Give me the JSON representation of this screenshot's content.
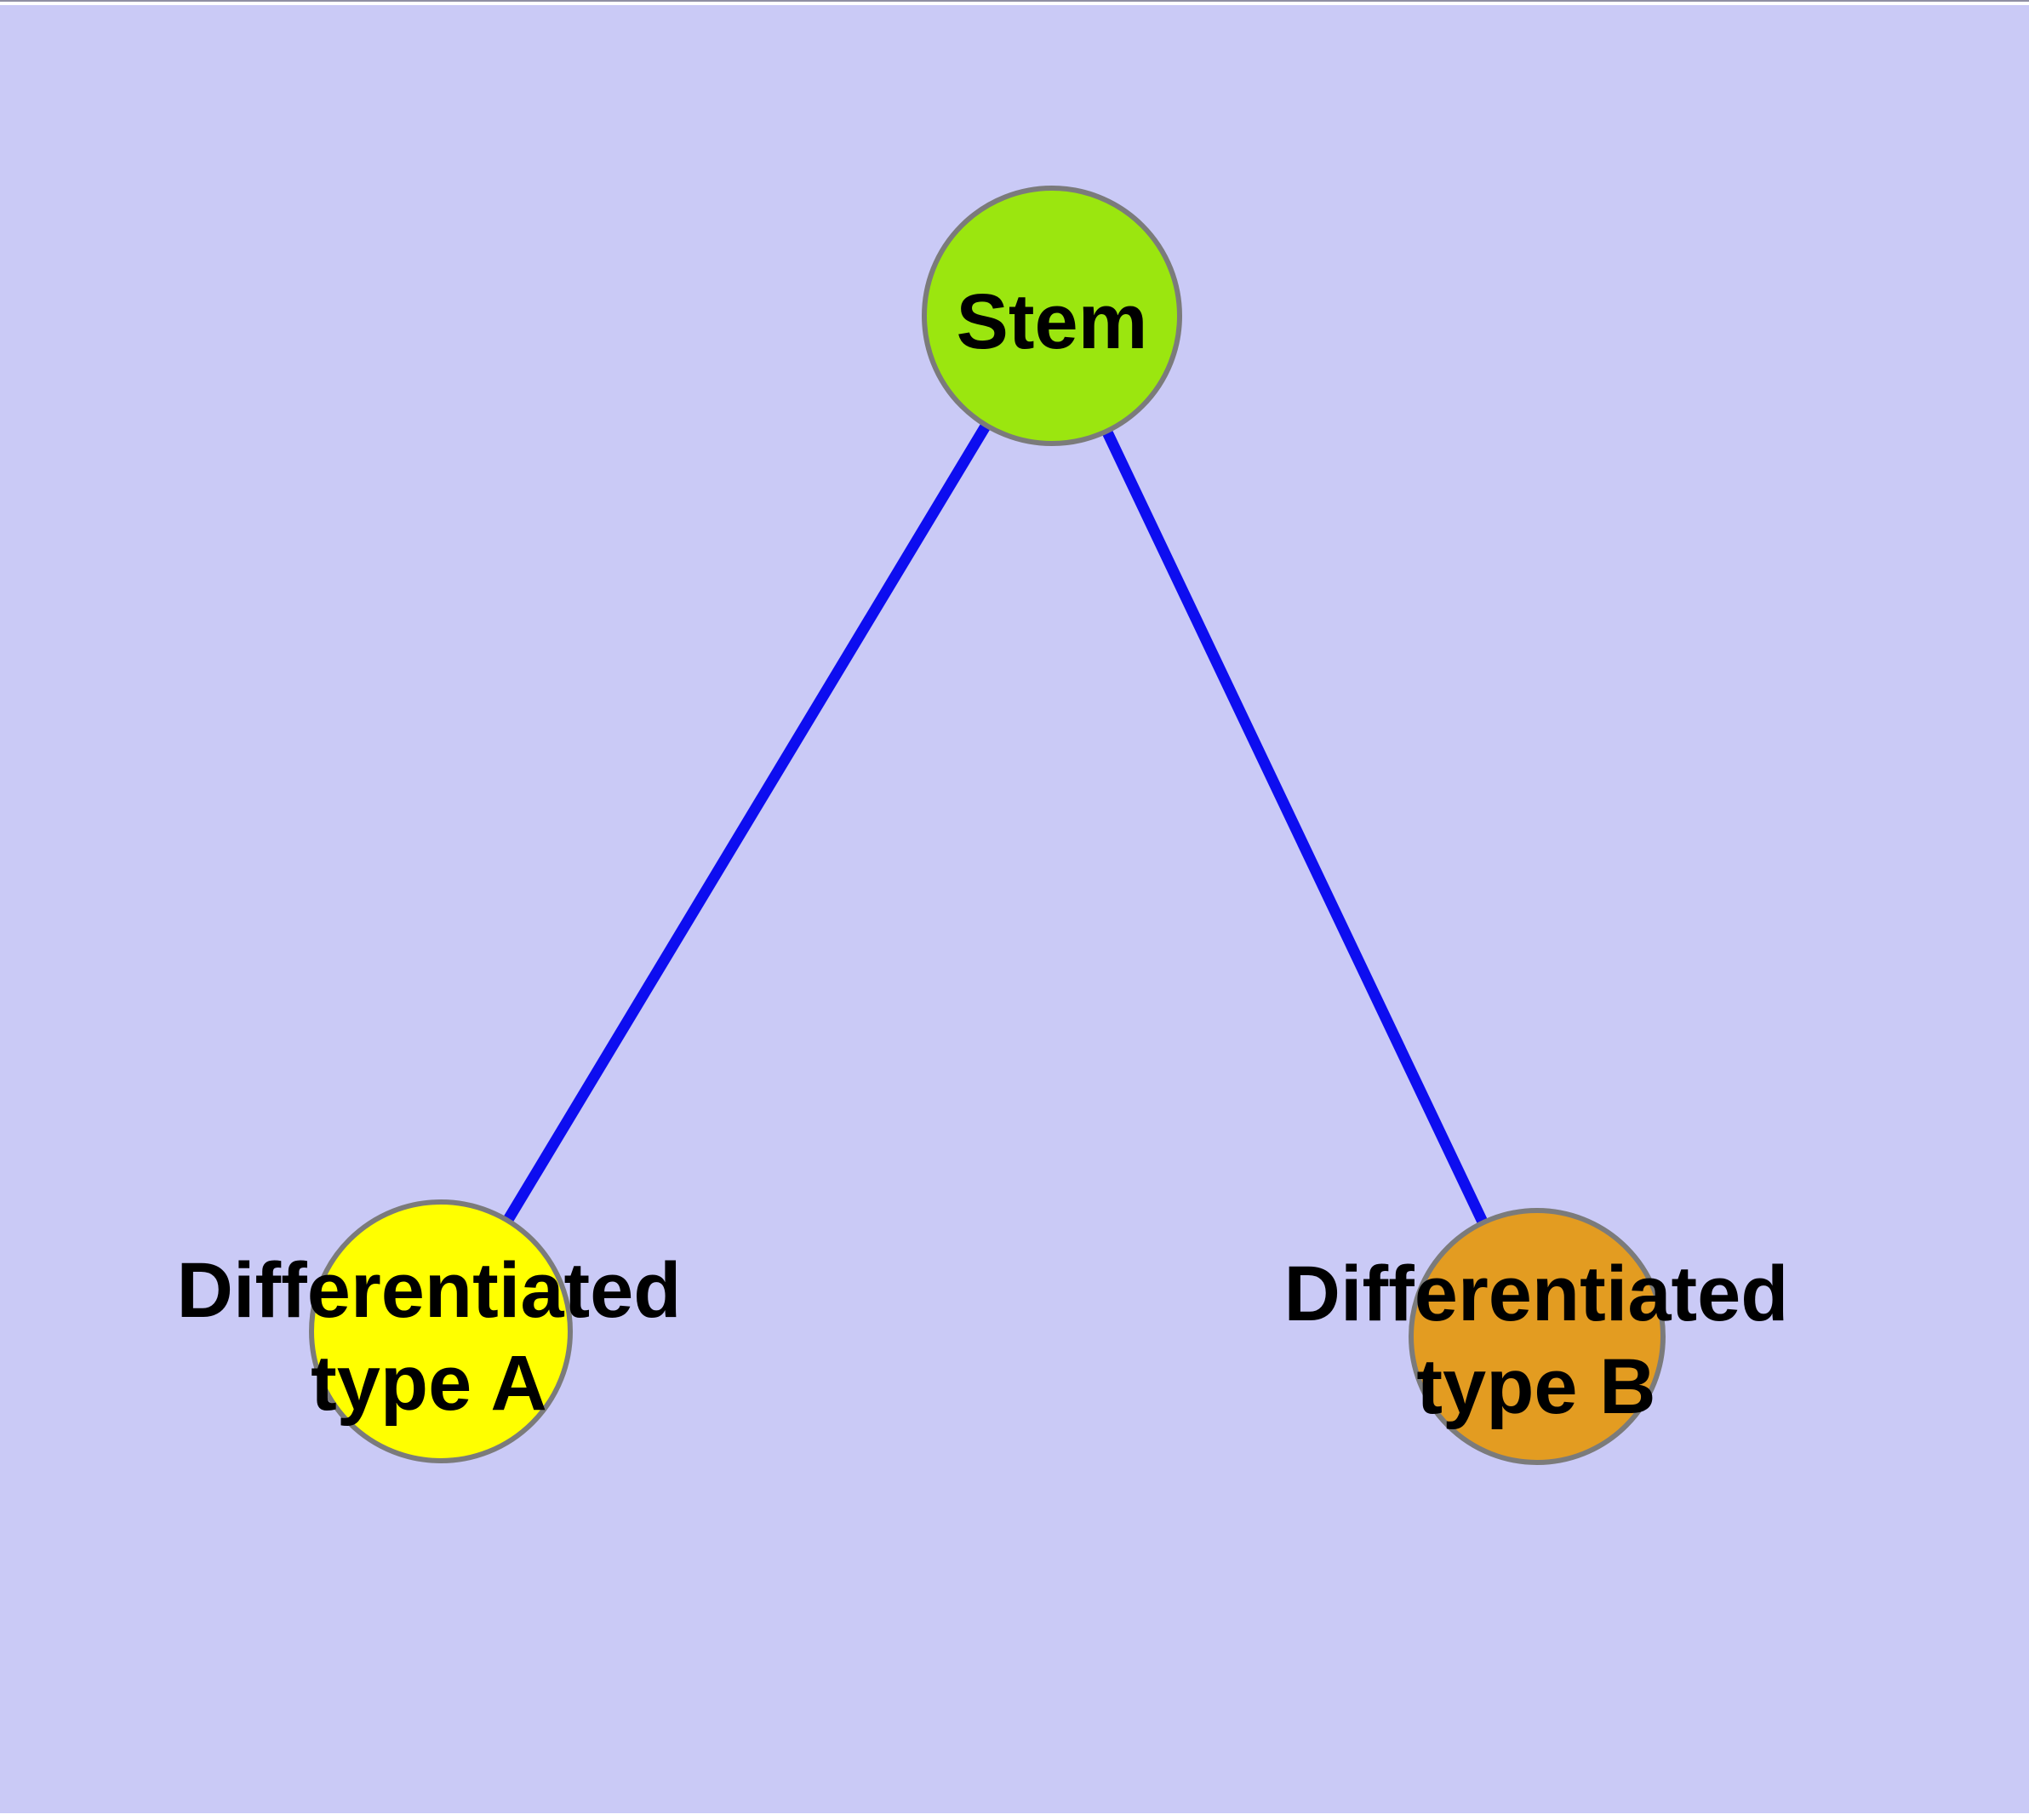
{
  "colors": {
    "background": "#CACAF6",
    "edge": "#0D0DF0",
    "node_border": "#7B7B7B",
    "label_text": "#000000"
  },
  "graph": {
    "nodes": [
      {
        "id": "stem",
        "label_lines": [
          "Stem"
        ],
        "color": "#9BE60F"
      },
      {
        "id": "diff_a",
        "label_lines": [
          "Differentiated",
          "type A"
        ],
        "color": "#FFFF00"
      },
      {
        "id": "diff_b",
        "label_lines": [
          "Differentiated",
          "type B"
        ],
        "color": "#E39C21"
      }
    ],
    "edges": [
      {
        "from": "stem",
        "to": "diff_a"
      },
      {
        "from": "stem",
        "to": "diff_b"
      }
    ]
  }
}
